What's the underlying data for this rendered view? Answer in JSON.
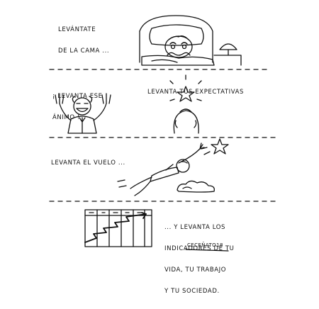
{
  "panels": {
    "bed": {
      "caption_line1": "LEVÁNTATE",
      "caption_line2": "DE LA CAMA ..."
    },
    "cheer": {
      "caption_line1": "¡ LEVANTA ESE",
      "caption_line2": "ÁNIMO !"
    },
    "expectations": {
      "caption": "LEVANTA TUS EXPECTATIVAS"
    },
    "flight": {
      "caption": "LEVANTA EL VUELO ..."
    },
    "indicators": {
      "caption_line1": "... Y LEVANTA LOS",
      "caption_line2": "INDICADORES DE TU",
      "caption_line3": "VIDA, TU TRABAJO",
      "caption_line4": "Y TU SOCIEDAD."
    }
  },
  "signature": "CECEÑATO18",
  "colors": {
    "ink": "#111111",
    "paper": "#ffffff"
  }
}
